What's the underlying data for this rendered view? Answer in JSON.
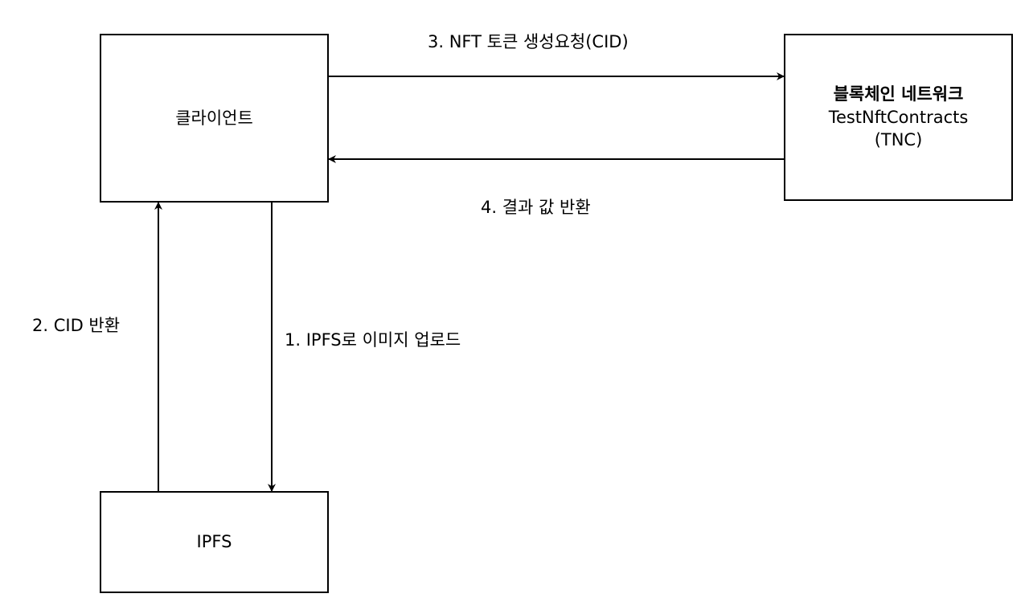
{
  "nodes": {
    "client": {
      "label": "클라이언트"
    },
    "blockchain": {
      "title": "블록체인 네트워크",
      "line2": "TestNftContracts",
      "line3": "(TNC)"
    },
    "ipfs": {
      "label": "IPFS"
    }
  },
  "edges": {
    "step1": {
      "label": "1. IPFS로 이미지 업로드",
      "from": "client",
      "to": "ipfs"
    },
    "step2": {
      "label": "2. CID 반환",
      "from": "ipfs",
      "to": "client"
    },
    "step3": {
      "label": "3. NFT 토큰 생성요청(CID)",
      "from": "client",
      "to": "blockchain"
    },
    "step4": {
      "label": "4. 결과 값 반환",
      "from": "blockchain",
      "to": "client"
    }
  },
  "colors": {
    "stroke": "#000000",
    "background": "#ffffff"
  }
}
